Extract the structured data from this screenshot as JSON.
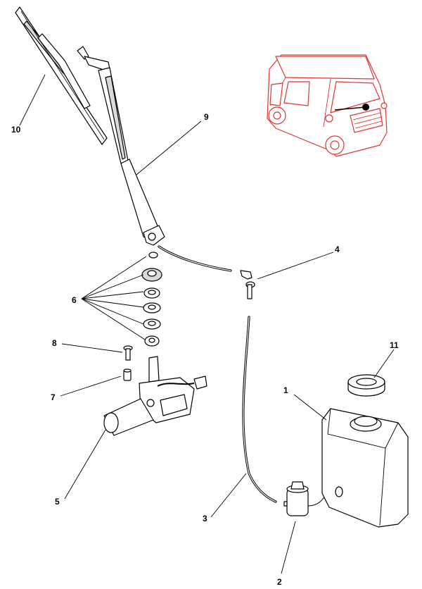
{
  "diagram": {
    "callouts": {
      "c1": "1",
      "c2": "2",
      "c3": "3",
      "c4": "4",
      "c5": "5",
      "c6": "6",
      "c7": "7",
      "c8": "8",
      "c9": "9",
      "c10": "10",
      "c11": "11"
    },
    "colors": {
      "line_art": "#000000",
      "vehicle_highlight": "#e3342f",
      "background": "#ffffff"
    }
  }
}
